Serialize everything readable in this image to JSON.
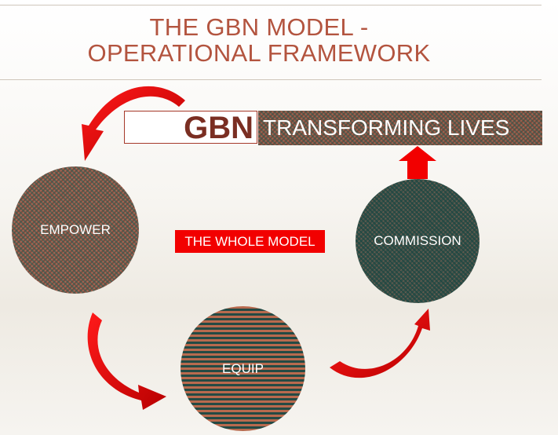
{
  "title": {
    "line1": "THE GBN MODEL -",
    "line2": "OPERATIONAL FRAMEWORK"
  },
  "banner": {
    "gbn": "GBN",
    "tagline": "TRANSFORMING LIVES"
  },
  "nodes": {
    "empower": "EMPOWER",
    "equip": "EQUIP",
    "commission": "COMMISSION"
  },
  "center_label": "THE WHOLE MODEL",
  "colors": {
    "title": "#b3543f",
    "arrow": "#e30000",
    "center_label_bg": "#f20000",
    "gbn_text": "#7a2e22"
  }
}
